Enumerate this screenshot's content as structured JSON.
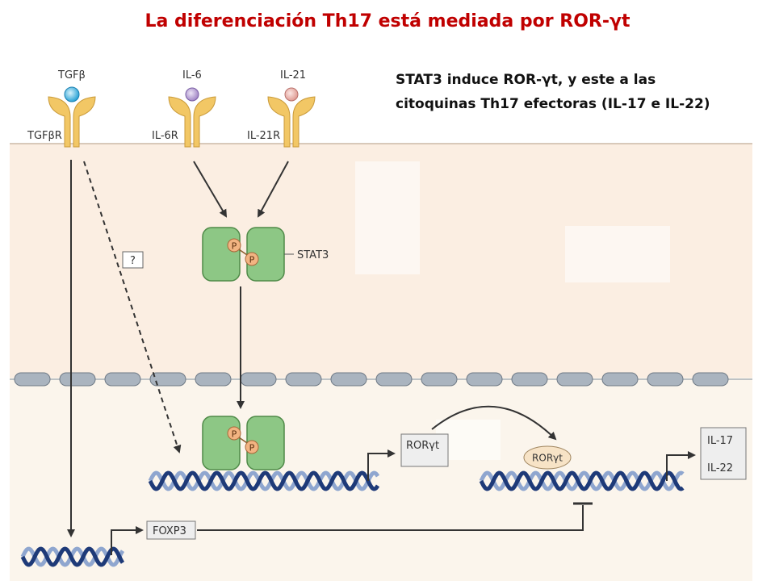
{
  "title": "La diferenciación Th17 está mediada por ROR-γt",
  "subtitle": {
    "line1": "STAT3 induce ROR-γt, y este a las",
    "line2": "citoquinas Th17 efectoras (IL-17 e IL-22)"
  },
  "colors": {
    "title": "#c00000",
    "cytoplasm": "#fbeee2",
    "nucleus": "#fbf5ec",
    "stat3": "#8dc785",
    "phosphate": "#f2b482",
    "dna": "#1e3a78",
    "receptor": "#f2c765"
  },
  "receptors": {
    "tgfb": {
      "ligand": "TGFβ",
      "receptor": "TGFβR"
    },
    "il6": {
      "ligand": "IL-6",
      "receptor": "IL-6R"
    },
    "il21": {
      "ligand": "IL-21",
      "receptor": "IL-21R"
    }
  },
  "unknown_label": "?",
  "stat3_label": "STAT3",
  "phospho_label": "P",
  "genes": {
    "rorgt": "RORγt",
    "foxp3": "FOXP3",
    "il17": "IL-17",
    "il22": "IL-22"
  },
  "rorgt_protein": "RORγt"
}
